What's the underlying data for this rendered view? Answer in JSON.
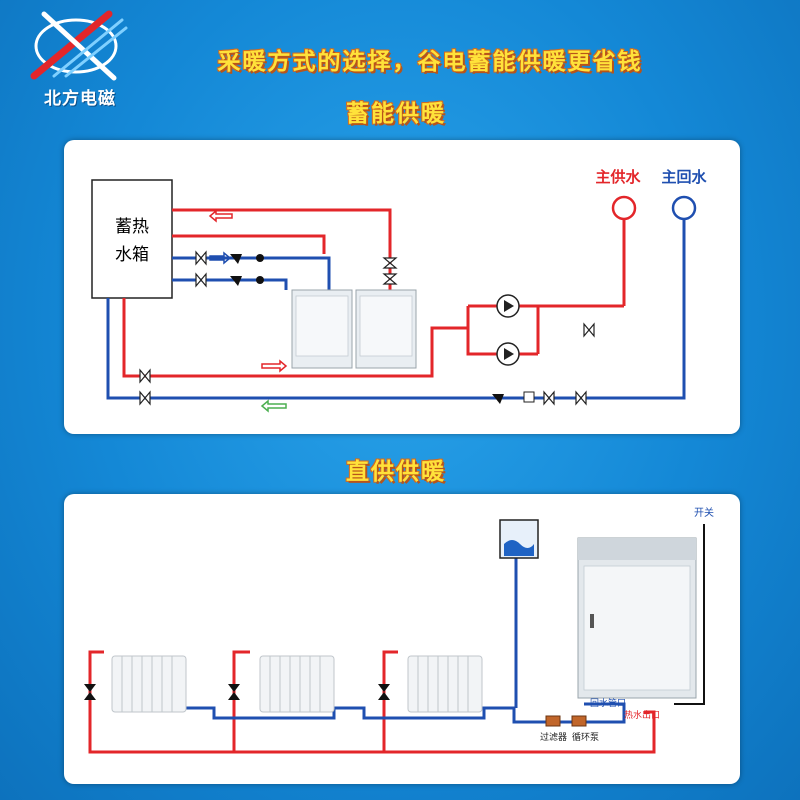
{
  "brand": {
    "name": "北方电磁"
  },
  "headline": "采暖方式的选择，谷电蓄能供暖更省钱",
  "sections": {
    "storage": {
      "title": "蓄能供暖",
      "tank_label_line1": "蓄热",
      "tank_label_line2": "水箱",
      "main_supply": "主供水",
      "main_return": "主回水"
    },
    "direct": {
      "title": "直供供暖",
      "switch_label": "开关",
      "return_port": "回水管口",
      "hot_water_outlet": "热水出口",
      "filter": "过滤器",
      "pump": "循环泵"
    }
  },
  "colors": {
    "hot": "#e3262a",
    "cold": "#1f4fb0",
    "accent_title": "#ffe23a",
    "background": "#1488d6"
  }
}
